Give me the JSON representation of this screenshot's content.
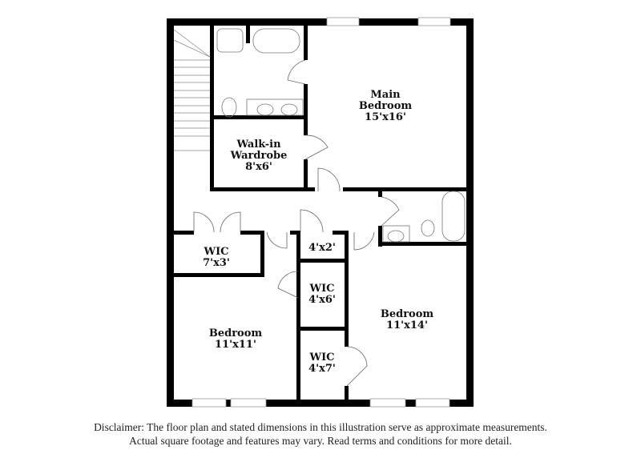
{
  "floor_plan": {
    "rooms": [
      {
        "id": "main-bedroom",
        "name": "Main",
        "name2": "Bedroom",
        "dims": "15'x16'"
      },
      {
        "id": "walk-in-wardrobe",
        "name": "Walk-in",
        "name2": "Wardrobe",
        "dims": "8'x6'"
      },
      {
        "id": "wic-7x3",
        "name": "WIC",
        "dims": "7'x3'"
      },
      {
        "id": "closet-4x2",
        "dims": "4'x2'"
      },
      {
        "id": "wic-4x6",
        "name": "WIC",
        "dims": "4'x6'"
      },
      {
        "id": "wic-4x7",
        "name": "WIC",
        "dims": "4'x7'"
      },
      {
        "id": "bedroom-11x11",
        "name": "Bedroom",
        "dims": "11'x11'"
      },
      {
        "id": "bedroom-11x14",
        "name": "Bedroom",
        "dims": "11'x14'"
      }
    ]
  },
  "disclaimer": {
    "line1": "Disclaimer: The floor plan and stated dimensions in this illustration serve as approximate measurements.",
    "line2": "Actual square footage and features may vary. Read terms and conditions for more detail."
  }
}
